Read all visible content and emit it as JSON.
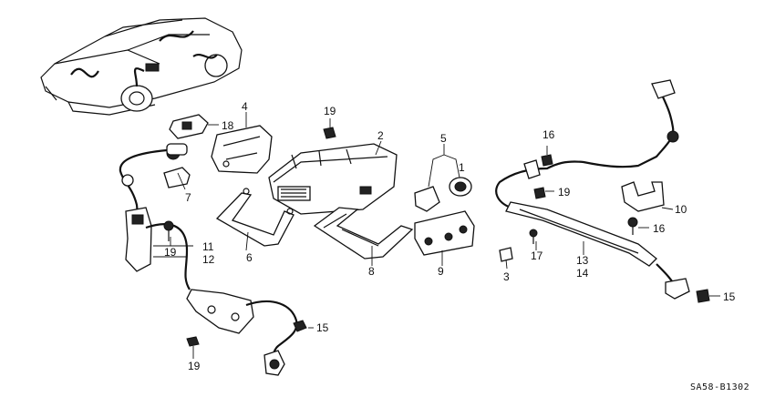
{
  "diagram_code": "SA58-B1302",
  "callouts": {
    "c1": "1",
    "c2": "2",
    "c3": "3",
    "c4": "4",
    "c5": "5",
    "c6": "6",
    "c7": "7",
    "c8": "8",
    "c9": "9",
    "c10": "10",
    "c11": "11",
    "c12": "12",
    "c13": "13",
    "c14": "14",
    "c15a": "15",
    "c15b": "15",
    "c16a": "16",
    "c16b": "16",
    "c17": "17",
    "c18": "18",
    "c19a": "19",
    "c19b": "19",
    "c19c": "19",
    "c19d": "19"
  }
}
